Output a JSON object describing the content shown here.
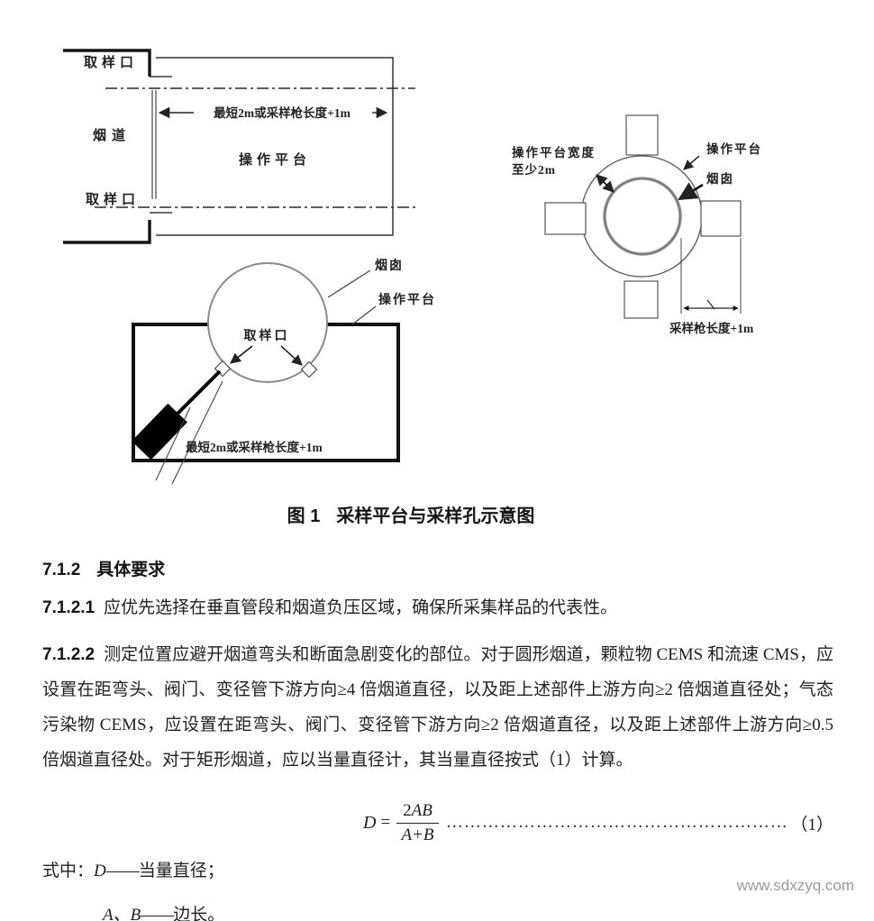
{
  "figure": {
    "caption_prefix": "图 1",
    "caption_title": "采样平台与采样孔示意图",
    "duct": {
      "top_port": "取样口",
      "duct": "烟道",
      "bottom_port": "取样口",
      "platform": "操作平台",
      "dimension": "最短2m或采样枪长度+1m"
    },
    "plan": {
      "width_note_1": "操作平台宽度",
      "width_note_2": "至少2m",
      "platform": "操作平台",
      "chimney": "烟囱",
      "dimension": "采样枪长度+1m"
    },
    "side": {
      "chimney": "烟囱",
      "platform": "操作平台",
      "port": "取样口",
      "dimension": "最短2m或采样枪长度+1m"
    }
  },
  "text": {
    "h_num": "7.1.2",
    "h_title": "具体要求",
    "c1_num": "7.1.2.1",
    "c1_body": "应优先选择在垂直管段和烟道负压区域，确保所采集样品的代表性。",
    "c2_num": "7.1.2.2",
    "c2_body": "测定位置应避开烟道弯头和断面急剧变化的部位。对于圆形烟道，颗粒物 CEMS 和流速 CMS，应设置在距弯头、阀门、变径管下游方向≥4 倍烟道直径，以及距上述部件上游方向≥2 倍烟道直径处；气态污染物 CEMS，应设置在距弯头、阀门、变径管下游方向≥2 倍烟道直径，以及距上述部件上游方向≥0.5 倍烟道直径处。对于矩形烟道，应以当量直径计，其当量直径按式（1）计算。",
    "formula": {
      "lhs": "D",
      "eq": "=",
      "num_coef": "2",
      "num_vars": "AB",
      "den": "A+B",
      "dots": "……………………………………………………..",
      "tag": "（1）"
    },
    "where": {
      "label": "式中：",
      "d_sym": "D",
      "d_dash": "——",
      "d_desc": "当量直径；",
      "ab_sym": "A、B",
      "ab_dash": "——",
      "ab_desc": "边长。"
    }
  },
  "watermark": "www.sdxzyq.com"
}
